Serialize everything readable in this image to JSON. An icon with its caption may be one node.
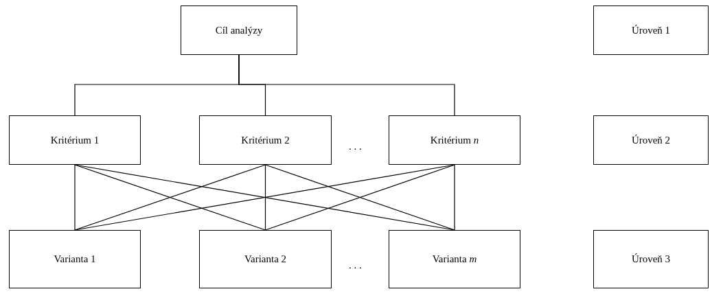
{
  "diagram": {
    "nodes": [
      {
        "text": [
          "Cíl analýzy"
        ]
      },
      {
        "text": [
          "Úroveň 1"
        ]
      },
      {
        "text": [
          "Kritérium 1"
        ]
      },
      {
        "text": [
          "Kritérium 2"
        ]
      },
      {
        "text": [
          "Kritérium *n*"
        ]
      },
      {
        "text": [
          "Úroveň 2"
        ]
      },
      {
        "text": [
          "Varianta 1"
        ]
      },
      {
        "text": [
          "Varianta 2"
        ]
      },
      {
        "text": [
          "Varianta *m*"
        ]
      },
      {
        "text": [
          "Úroveň 3"
        ]
      }
    ],
    "edges": [
      {
        "from": 0,
        "to": 2,
        "arrow": "none"
      },
      {
        "from": 0,
        "to": 3,
        "arrow": "none"
      },
      {
        "from": 0,
        "to": 4,
        "arrow": "none"
      },
      {
        "from": 2,
        "to": 6,
        "arrow": "none"
      },
      {
        "from": 2,
        "to": 7,
        "arrow": "none"
      },
      {
        "from": 2,
        "to": 8,
        "arrow": "none"
      },
      {
        "from": 3,
        "to": 6,
        "arrow": "none"
      },
      {
        "from": 3,
        "to": 7,
        "arrow": "none"
      },
      {
        "from": 3,
        "to": 8,
        "arrow": "none"
      },
      {
        "from": 4,
        "to": 6,
        "arrow": "none"
      },
      {
        "from": 4,
        "to": 7,
        "arrow": "none"
      },
      {
        "from": 4,
        "to": 8,
        "arrow": "none"
      }
    ],
    "labels": [
      ". . .",
      ". . ."
    ]
  }
}
